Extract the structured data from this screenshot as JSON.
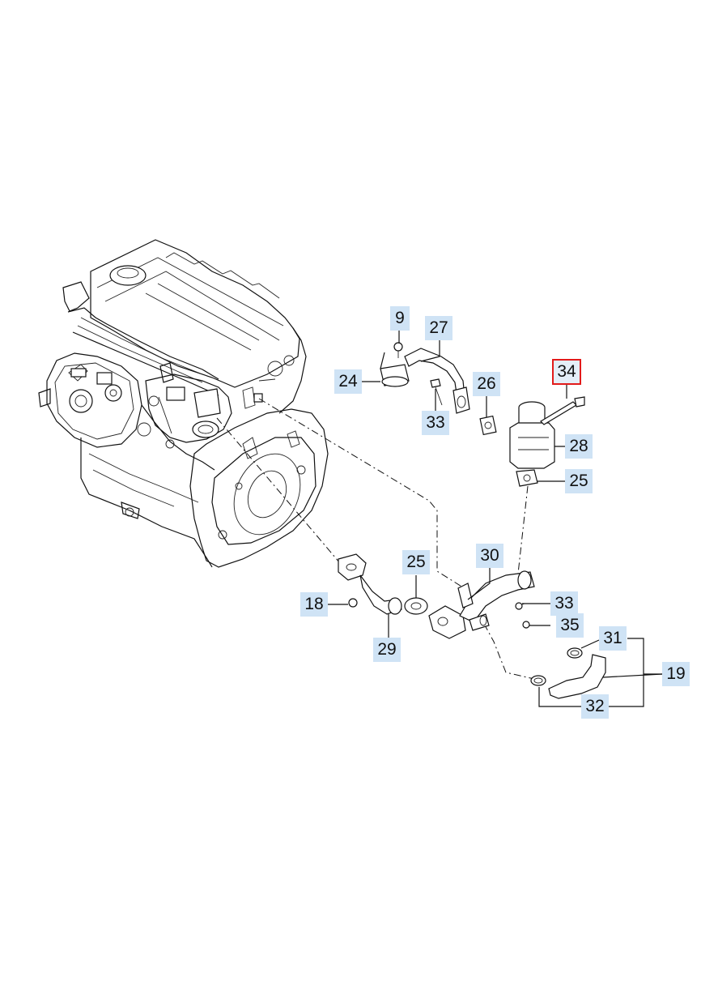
{
  "callouts": [
    {
      "id": "c9",
      "label": "9"
    },
    {
      "id": "c27",
      "label": "27"
    },
    {
      "id": "c24",
      "label": "24"
    },
    {
      "id": "c26",
      "label": "26"
    },
    {
      "id": "c33a",
      "label": "33"
    },
    {
      "id": "c34",
      "label": "34"
    },
    {
      "id": "c28",
      "label": "28"
    },
    {
      "id": "c25a",
      "label": "25"
    },
    {
      "id": "c25b",
      "label": "25"
    },
    {
      "id": "c30",
      "label": "30"
    },
    {
      "id": "c18",
      "label": "18"
    },
    {
      "id": "c33b",
      "label": "33"
    },
    {
      "id": "c35",
      "label": "35"
    },
    {
      "id": "c29",
      "label": "29"
    },
    {
      "id": "c31",
      "label": "31"
    },
    {
      "id": "c19",
      "label": "19"
    },
    {
      "id": "c32",
      "label": "32"
    }
  ],
  "selected_callout": "34",
  "colors": {
    "callout_bg": "#cfe3f5",
    "selected_outline": "#e21b1b",
    "line": "#111111"
  }
}
